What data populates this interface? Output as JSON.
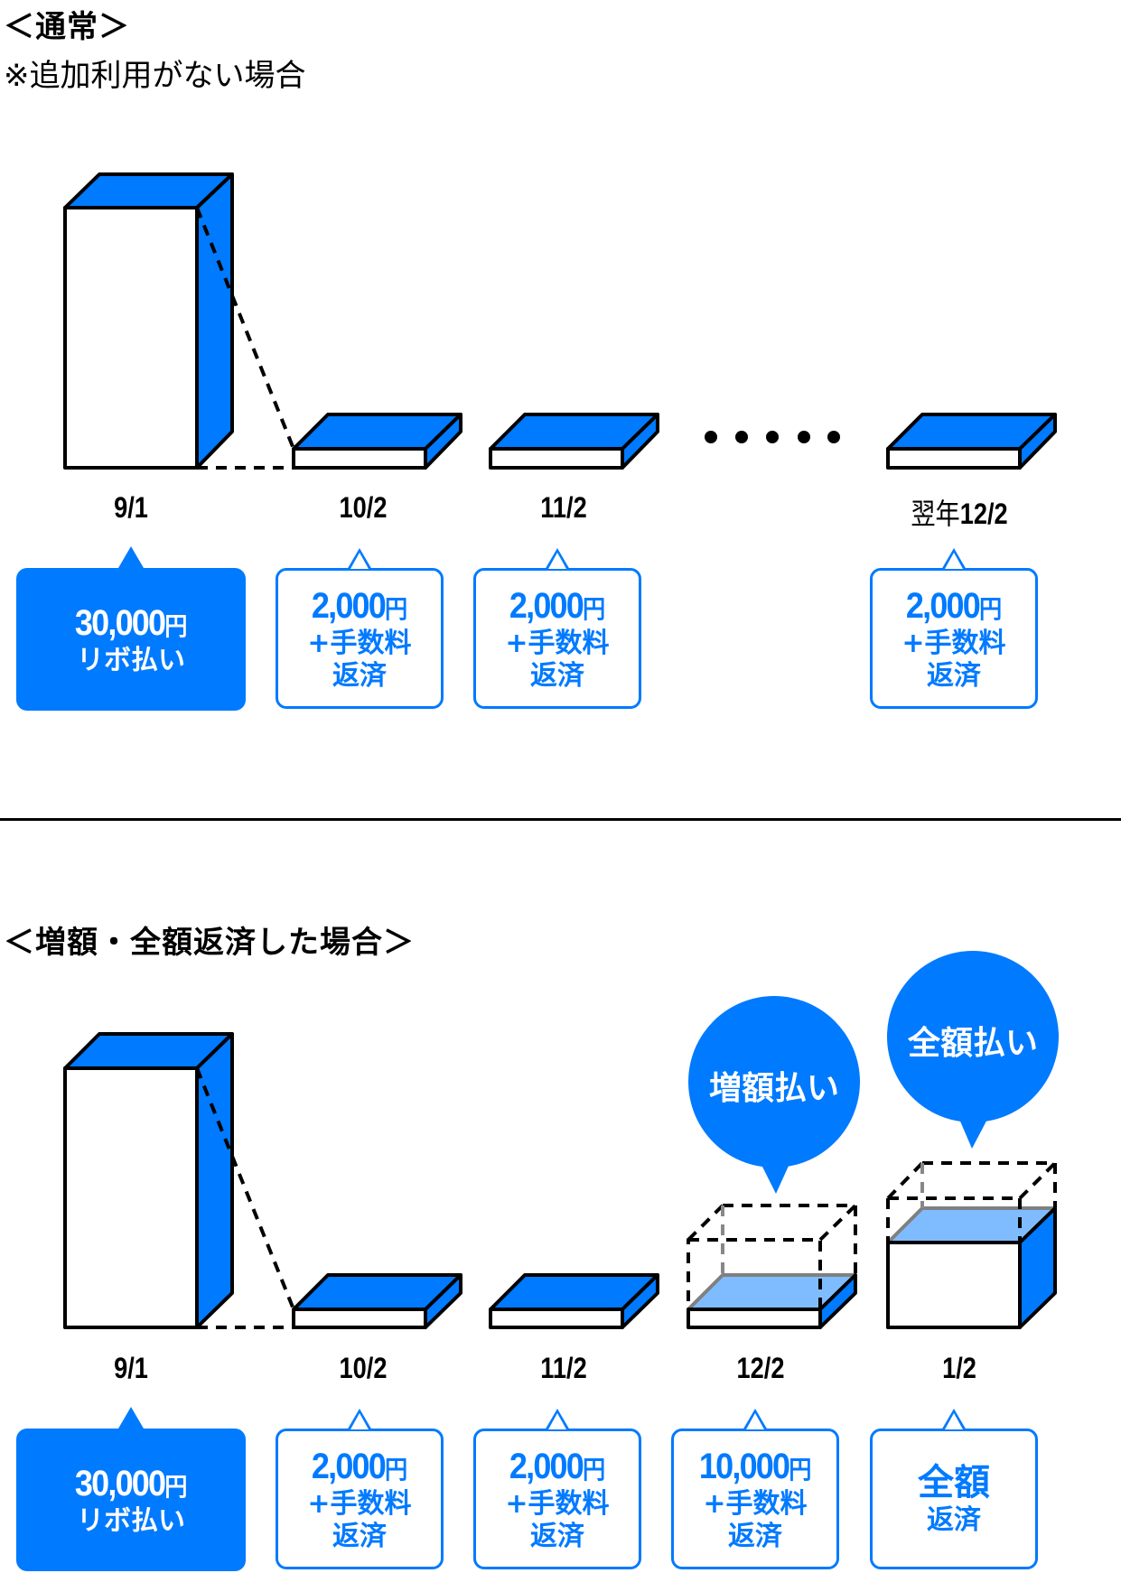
{
  "normal": {
    "heading": "＜通常＞",
    "note": "※追加利用がない場合",
    "ellipsis": "・・・・・",
    "columns": [
      {
        "date": "9/1",
        "date_prefix": "",
        "amount": "30,000",
        "yen": "円",
        "lines": [
          "リボ払い"
        ],
        "style": "filled"
      },
      {
        "date": "10/2",
        "date_prefix": "",
        "amount": "2,000",
        "yen": "円",
        "lines": [
          "+手数料",
          "返済"
        ],
        "style": "outline"
      },
      {
        "date": "11/2",
        "date_prefix": "",
        "amount": "2,000",
        "yen": "円",
        "lines": [
          "+手数料",
          "返済"
        ],
        "style": "outline"
      },
      {
        "date": "12/2",
        "date_prefix": "翌年",
        "amount": "2,000",
        "yen": "円",
        "lines": [
          "+手数料",
          "返済"
        ],
        "style": "outline"
      }
    ]
  },
  "increase": {
    "heading": "＜増額・全額返済した場合＞",
    "bubbles": [
      "増額払い",
      "全額払い"
    ],
    "columns": [
      {
        "date": "9/1",
        "amount": "30,000",
        "yen": "円",
        "lines": [
          "リボ払い"
        ],
        "style": "filled"
      },
      {
        "date": "10/2",
        "amount": "2,000",
        "yen": "円",
        "lines": [
          "+手数料",
          "返済"
        ],
        "style": "outline"
      },
      {
        "date": "11/2",
        "amount": "2,000",
        "yen": "円",
        "lines": [
          "+手数料",
          "返済"
        ],
        "style": "outline"
      },
      {
        "date": "12/2",
        "amount": "10,000",
        "yen": "円",
        "lines": [
          "+手数料",
          "返済"
        ],
        "style": "outline"
      },
      {
        "date": "1/2",
        "amount": "",
        "yen": "",
        "lines": [
          "全額",
          "返済"
        ],
        "style": "outline"
      }
    ]
  },
  "colors": {
    "accent": "#007AFF",
    "light_accent": "#7FBCFF",
    "outline": "#000000"
  }
}
